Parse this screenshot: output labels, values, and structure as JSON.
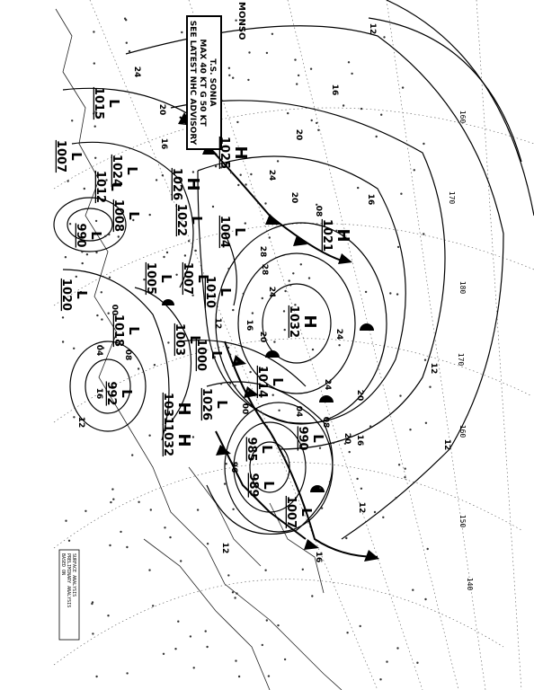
{
  "advisory": {
    "line1": "T.S. SONIA",
    "line2": "MAX 40 KT G 50 KT",
    "line3": "SEE LATEST NHC ADVISORY"
  },
  "corner_label": "MONSO",
  "legend_box": {
    "line1": "SURFACE ANALYSIS",
    "line2": "PRELIMINARY ANALYSIS",
    "line3": "BASED ON"
  },
  "pressure_centers": [
    {
      "type": "H",
      "value": "1032"
    },
    {
      "type": "H",
      "value": "1021"
    },
    {
      "type": "H",
      "value": "1025"
    },
    {
      "type": "H",
      "value": "1026"
    },
    {
      "type": "H",
      "value": "1031"
    },
    {
      "type": "H",
      "value": "1032"
    },
    {
      "type": "L",
      "value": "1014"
    },
    {
      "type": "L",
      "value": "989"
    },
    {
      "type": "L",
      "value": "985"
    },
    {
      "type": "L",
      "value": "990"
    },
    {
      "type": "L",
      "value": "1007"
    },
    {
      "type": "L",
      "value": "1004"
    },
    {
      "type": "L",
      "value": "1000"
    },
    {
      "type": "L",
      "value": "1003"
    },
    {
      "type": "L",
      "value": "1005"
    },
    {
      "type": "L",
      "value": "1007"
    },
    {
      "type": "L",
      "value": "1010"
    },
    {
      "type": "L",
      "value": "992"
    },
    {
      "type": "L",
      "value": "990"
    },
    {
      "type": "L",
      "value": "1018"
    },
    {
      "type": "L",
      "value": "1020"
    },
    {
      "type": "L",
      "value": "1024"
    },
    {
      "type": "L",
      "value": "1012"
    },
    {
      "type": "L",
      "value": "1007"
    },
    {
      "type": "L",
      "value": "1015"
    },
    {
      "type": "L",
      "value": "1008"
    },
    {
      "type": "L",
      "value": "1022"
    },
    {
      "type": "L",
      "value": "1026"
    }
  ],
  "isobar_labels": [
    "12",
    "16",
    "20",
    "24",
    "28",
    "24",
    "20",
    "16",
    "12",
    "08",
    "04",
    "00",
    "96",
    "12",
    "16",
    "20",
    "24",
    "08",
    "12",
    "16",
    "20",
    "24",
    "28",
    "20",
    "16",
    "12",
    "12",
    "16",
    "20",
    "24",
    "00",
    "08",
    "04",
    "12",
    "16"
  ],
  "longitude_labels": [
    "160",
    "170",
    "180",
    "170",
    "160",
    "150",
    "140"
  ]
}
